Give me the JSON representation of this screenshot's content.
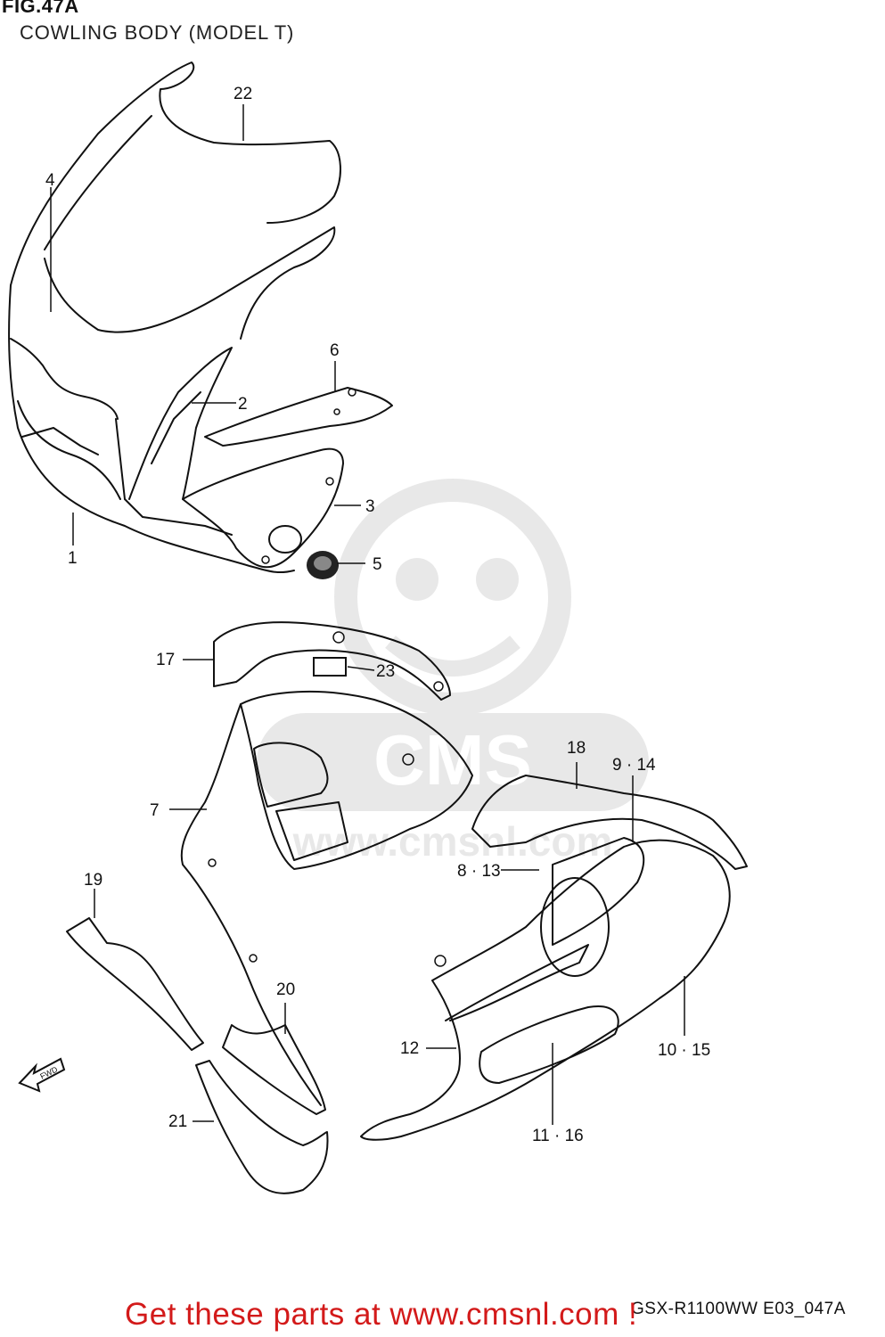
{
  "header": {
    "figure": "FIG.47A",
    "subtitle": "COWLING BODY (MODEL T)"
  },
  "callouts": {
    "c22": "22",
    "c4": "4",
    "c6": "6",
    "c2": "2",
    "c3": "3",
    "c1": "1",
    "c5": "5",
    "c17": "17",
    "c23": "23",
    "c18": "18",
    "c9_14": "9 · 14",
    "c7": "7",
    "c8_13": "8 · 13",
    "c19": "19",
    "c20": "20",
    "c12": "12",
    "c10_15": "10 · 15",
    "c21": "21",
    "c11_16": "11 · 16"
  },
  "fwd_label": "FWD",
  "drawing_code": "GSX-R1100WW  E03_047A",
  "footer_promo": "Get these parts at www.cmsnl.com !",
  "watermark": {
    "brand": "CMS",
    "url": "www.cmsnl.com"
  },
  "colors": {
    "promo": "#d31a1a",
    "line": "#111111",
    "watermark": "#9a9a9a"
  }
}
